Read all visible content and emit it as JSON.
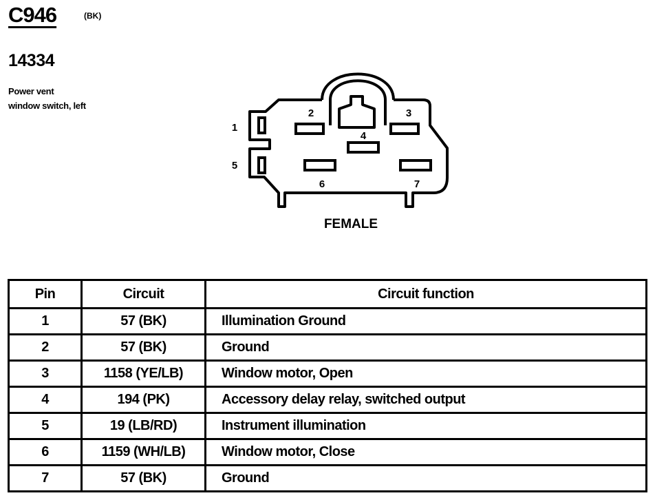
{
  "header": {
    "connector_id": "C946",
    "connector_color": "(BK)",
    "part_number": "14334",
    "description_line1": "Power vent",
    "description_line2": "window switch, left"
  },
  "connector": {
    "label": "FEMALE",
    "pin_labels": [
      "1",
      "2",
      "3",
      "4",
      "5",
      "6",
      "7"
    ]
  },
  "table": {
    "headers": {
      "pin": "Pin",
      "circuit": "Circuit",
      "function": "Circuit function"
    },
    "rows": [
      {
        "pin": "1",
        "circuit": "57 (BK)",
        "function": "Illumination Ground"
      },
      {
        "pin": "2",
        "circuit": "57 (BK)",
        "function": "Ground"
      },
      {
        "pin": "3",
        "circuit": "1158 (YE/LB)",
        "function": "Window motor, Open"
      },
      {
        "pin": "4",
        "circuit": "194 (PK)",
        "function": "Accessory delay relay, switched output"
      },
      {
        "pin": "5",
        "circuit": "19 (LB/RD)",
        "function": "Instrument illumination"
      },
      {
        "pin": "6",
        "circuit": "1159 (WH/LB)",
        "function": "Window motor, Close"
      },
      {
        "pin": "7",
        "circuit": "57 (BK)",
        "function": "Ground"
      }
    ]
  }
}
